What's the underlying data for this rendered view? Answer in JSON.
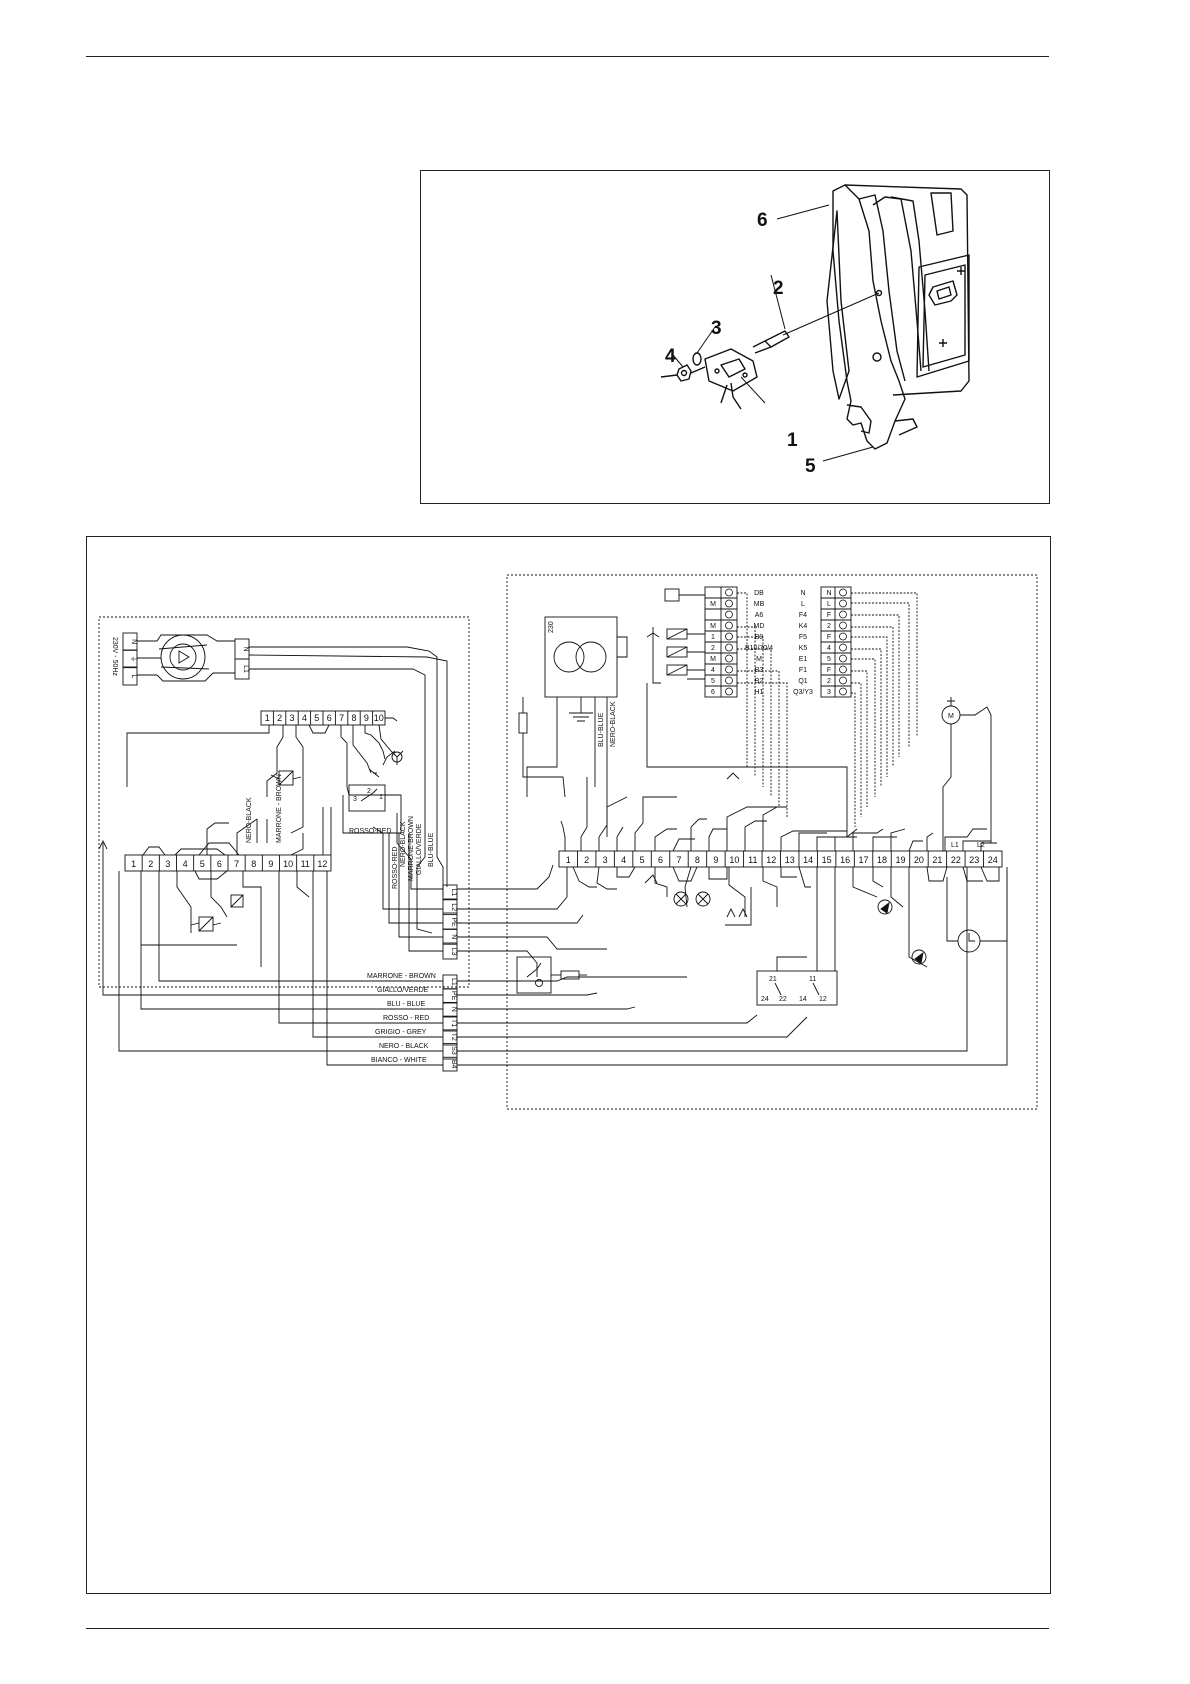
{
  "exploded_view": {
    "callouts": [
      {
        "id": "1",
        "label": "1"
      },
      {
        "id": "2",
        "label": "2"
      },
      {
        "id": "3",
        "label": "3"
      },
      {
        "id": "4",
        "label": "4"
      },
      {
        "id": "5",
        "label": "5"
      },
      {
        "id": "6",
        "label": "6"
      }
    ]
  },
  "wiring": {
    "supply_label": "230V - 50Hz",
    "supply_terms": [
      "N",
      "⏚",
      "L"
    ],
    "supply_block": [
      "N",
      "L1"
    ],
    "block_10": [
      "1",
      "2",
      "3",
      "4",
      "5",
      "6",
      "7",
      "8",
      "9",
      "10"
    ],
    "block_12": [
      "1",
      "2",
      "3",
      "4",
      "5",
      "6",
      "7",
      "8",
      "9",
      "10",
      "11",
      "12"
    ],
    "block_24": [
      "1",
      "2",
      "3",
      "4",
      "5",
      "6",
      "7",
      "8",
      "9",
      "10",
      "11",
      "12",
      "13",
      "14",
      "15",
      "16",
      "17",
      "18",
      "19",
      "20",
      "21",
      "22",
      "23",
      "24"
    ],
    "plug_a": [
      "L1",
      "L2",
      "PE",
      "N",
      "L3"
    ],
    "plug_b": [
      "L1",
      "PE",
      "N",
      "T1",
      "T2",
      "S3",
      "B4"
    ],
    "switch_terms": [
      "2",
      "3",
      "1"
    ],
    "cable_labels": [
      "MARRONE - BROWN",
      "GIALLO/VERDE",
      "BLU - BLUE",
      "ROSSO - RED",
      "GRIGIO - GREY",
      "NERO - BLACK",
      "BIANCO - WHITE"
    ],
    "vertical_labels": {
      "nero_black": "NERO-BLACK",
      "marrone_brown": "MARRONE - BROWN",
      "rosso_red_top": "ROSSO-RED",
      "rosso_red": "ROSSO-RED",
      "nero_black2": "NERO-BLACK",
      "marrone_brown2": "MARRONE-BROWN",
      "giallo_verde": "GIALLO/VERDE",
      "blu_blue": "BLU-BLUE",
      "blu_blue_top": "BLU-BLUE",
      "nero_black_top": "NERO-BLACK"
    },
    "controller_left": [
      {
        "code": "DB",
        "pin": ""
      },
      {
        "code": "MB",
        "pin": "M"
      },
      {
        "code": "A6",
        "pin": ""
      },
      {
        "code": "MD",
        "pin": "M"
      },
      {
        "code": "B9",
        "pin": "1"
      },
      {
        "code": "B10/70/4",
        "pin": "2"
      },
      {
        "code": "M",
        "pin": "M"
      },
      {
        "code": "B3",
        "pin": "4"
      },
      {
        "code": "B2",
        "pin": "5"
      },
      {
        "code": "H1",
        "pin": "6"
      }
    ],
    "controller_right": [
      {
        "code": "N",
        "pin": "N"
      },
      {
        "code": "L",
        "pin": "L"
      },
      {
        "code": "F4",
        "pin": "F"
      },
      {
        "code": "K4",
        "pin": "2"
      },
      {
        "code": "F5",
        "pin": "F"
      },
      {
        "code": "K5",
        "pin": "4"
      },
      {
        "code": "E1",
        "pin": "5"
      },
      {
        "code": "F1",
        "pin": "F"
      },
      {
        "code": "Q1",
        "pin": "2"
      },
      {
        "code": "Q3/Y3",
        "pin": "3"
      }
    ],
    "transformer_label": "230",
    "motor_label": "M",
    "lower_relay_terms": [
      "21",
      "11",
      "24",
      "22",
      "14",
      "12"
    ],
    "l_marks": [
      "L1",
      "L2"
    ]
  }
}
